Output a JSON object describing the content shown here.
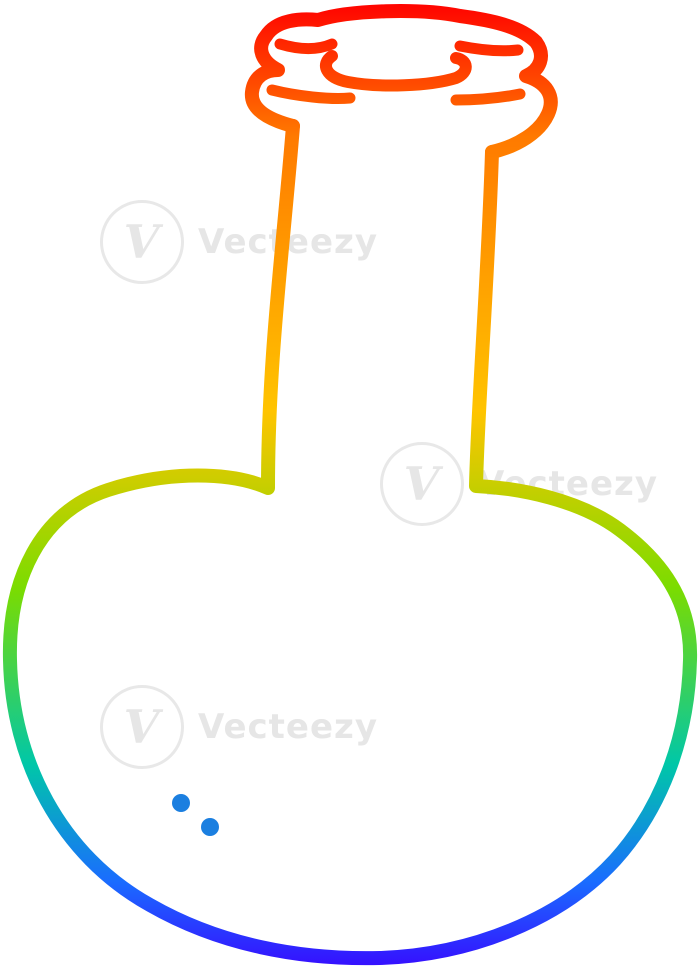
{
  "illustration": {
    "subject": "flask-bottle",
    "style": "rainbow-gradient-outline",
    "gradient_colors": [
      "#ff0000",
      "#ff7a00",
      "#ffc400",
      "#7bdc00",
      "#00c7a8",
      "#1a6cff",
      "#3a00ff"
    ],
    "background_color": "#ffffff"
  },
  "watermark": {
    "text": "Vecteezy",
    "badge_glyph": "V",
    "color": "#e6e6e6"
  }
}
